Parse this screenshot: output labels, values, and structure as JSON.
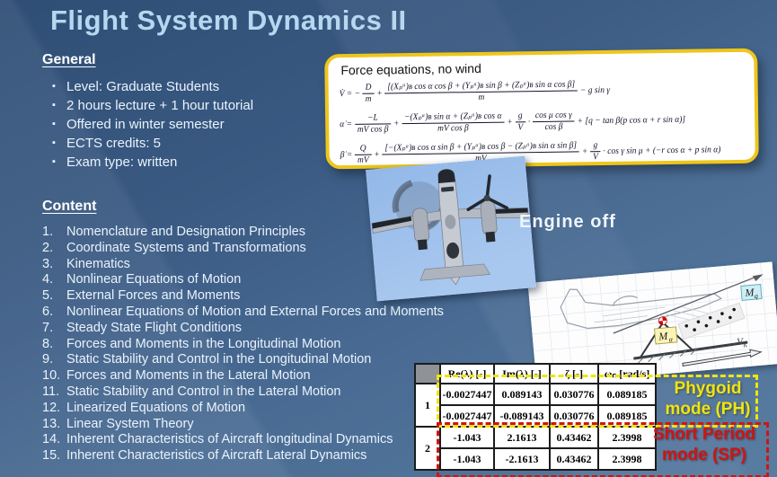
{
  "colors": {
    "title": "#b5d8f0",
    "box_border": "#eec61b",
    "phygoid_yellow": "#f0e412",
    "short_period_red": "#cf1513",
    "sky_blue": "#8db6e6"
  },
  "title": "Flight System Dynamics II",
  "general": {
    "heading": "General",
    "bullets": [
      "Level: Graduate Students",
      "2 hours lecture + 1 hour tutorial",
      "Offered in winter semester",
      "ECTS credits: 5",
      "Exam type: written"
    ]
  },
  "content": {
    "heading": "Content",
    "items": [
      {
        "n": "1.",
        "t": "Nomenclature and Designation Principles"
      },
      {
        "n": "2.",
        "t": "Coordinate Systems and Transformations"
      },
      {
        "n": "3.",
        "t": "Kinematics"
      },
      {
        "n": "4.",
        "t": "Nonlinear Equations of Motion"
      },
      {
        "n": "5.",
        "t": "External Forces and Moments"
      },
      {
        "n": "6.",
        "t": "Nonlinear Equations of Motion and External Forces and Moments"
      },
      {
        "n": "7.",
        "t": "Steady State Flight Conditions"
      },
      {
        "n": "8.",
        "t": "Forces and Moments in the Longitudinal Motion"
      },
      {
        "n": "9.",
        "t": "Static Stability and Control in the Longitudinal Motion"
      },
      {
        "n": "10.",
        "t": "Forces and Moments in the Lateral Motion"
      },
      {
        "n": "11.",
        "t": "Static Stability and Control in the Lateral Motion"
      },
      {
        "n": "12.",
        "t": "Linearized Equations of Motion"
      },
      {
        "n": "13.",
        "t": "Linear System Theory"
      },
      {
        "n": "14.",
        "t": "Inherent Characteristics of Aircraft longitudinal Dynamics"
      },
      {
        "n": "15.",
        "t": "Inherent Characteristics of Aircraft Lateral Dynamics"
      }
    ]
  },
  "force_box": {
    "title": "Force equations, no wind",
    "eq1": {
      "lhs": "V̇ = −",
      "f1num": "D",
      "f1den": "m",
      "op1": "+",
      "f2num": "[(Xₚᵃ)ʙ cos α cos β + (Yₚᵃ)ʙ sin β + (Zₚᵃ)ʙ sin α cos β]",
      "f2den": "m",
      "tail": "− g sin γ"
    },
    "eq2": {
      "lhs": "α̇ =",
      "f1num": "−L",
      "f1den": "mV cos β",
      "op1": "+",
      "f2num": "−(Xₚᵃ)ʙ sin α + (Zₚᵃ)ʙ cos α",
      "f2den": "mV cos β",
      "op2": "+",
      "f3num": "g",
      "f3den": "V",
      "dot": "·",
      "f4num": "cos μ cos γ",
      "f4den": "cos β",
      "tail": "+ [q − tan β(p cos α + r sin α)]"
    },
    "eq3": {
      "lhs": "β̇ =",
      "f1num": "Q",
      "f1den": "mV",
      "op1": "+",
      "f2num": "[−(Xₚᵃ)ʙ cos α sin β + (Yₚᵃ)ʙ cos β − (Zₚᵃ)ʙ sin α sin β]",
      "f2den": "mV",
      "op2": "+",
      "f3num": "g",
      "f3den": "V",
      "tail": "· cos γ sin μ + (−r cos α + p sin α)"
    }
  },
  "engine_label": "Engine off",
  "sketch": {
    "m_alpha_main": "M",
    "m_alpha_sub": "α",
    "m_q_main": "M",
    "m_q_sub": "q",
    "v_main": "V",
    "v_sub": "K"
  },
  "table": {
    "headers": [
      "Re(λ) [-]",
      "Im(λ) [-]",
      "ζ [-]",
      "ωₙ [rad/s]"
    ],
    "groups": [
      {
        "label": "1",
        "rows": [
          [
            "-0.0027447",
            "0.089143",
            "0.030776",
            "0.089185"
          ],
          [
            "-0.0027447",
            "-0.089143",
            "0.030776",
            "0.089185"
          ]
        ]
      },
      {
        "label": "2",
        "rows": [
          [
            "-1.043",
            "2.1613",
            "0.43462",
            "2.3998"
          ],
          [
            "-1.043",
            "-2.1613",
            "0.43462",
            "2.3998"
          ]
        ]
      }
    ]
  },
  "modes": {
    "phygoid_line1": "Phygoid",
    "phygoid_line2": "mode (PH)",
    "sp_line1": "Short Period",
    "sp_line2": "mode (SP)"
  }
}
